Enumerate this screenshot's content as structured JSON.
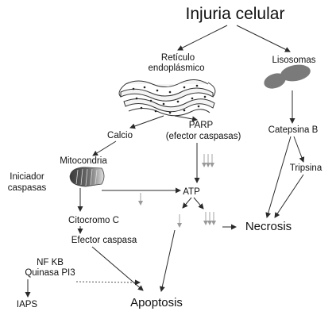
{
  "title": "Injuria celular",
  "nodes": {
    "reticulo_line1": "Retículo",
    "reticulo_line2": "endoplásmico",
    "lisosomas": "Lisosomas",
    "calcio": "Calcio",
    "parp_line1": "PARP",
    "parp_line2": "(efector caspasas)",
    "catepsina": "Catepsina B",
    "mitocondria": "Mitocondria",
    "iniciador_line1": "Iniciador",
    "iniciador_line2": "caspasas",
    "tripsina": "Tripsina",
    "atp": "ATP",
    "citocromo": "Citocromo C",
    "necrosis": "Necrosis",
    "efector": "Efector caspasa",
    "nfkb_line1": "NF KB",
    "nfkb_line2": "Quinasa PI3",
    "iaps": "IAPS",
    "apoptosis": "Apoptosis"
  },
  "colors": {
    "lysosome": "#7a7a7a",
    "mitochondria_dark": "#4a4a4a",
    "line": "#2a2a2a",
    "faint_arrow": "#9a9a9a"
  },
  "icons": [
    "endoplasmic-reticulum-illustration",
    "lysosome-illustration",
    "mitochondria-illustration"
  ]
}
